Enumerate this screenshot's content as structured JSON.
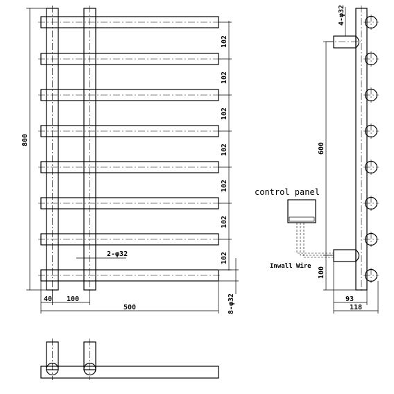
{
  "front_view": {
    "rung_spacing_labels": [
      "102",
      "102",
      "102",
      "102",
      "102",
      "102",
      "102"
    ],
    "height_label": "800",
    "width_label": "500",
    "offset_label": "40",
    "post_spacing_label": "100",
    "pipe_label": "2-φ32",
    "bottom_pipe_label": "8-φ32"
  },
  "side_view": {
    "top_pipe_label": "4-φ32",
    "mount_height_label": "600",
    "bottom_height_label": "100",
    "depth_label_1": "93",
    "depth_label_2": "118",
    "control_panel_label": "control panel",
    "inwall_wire_label": "Inwall Wire"
  }
}
